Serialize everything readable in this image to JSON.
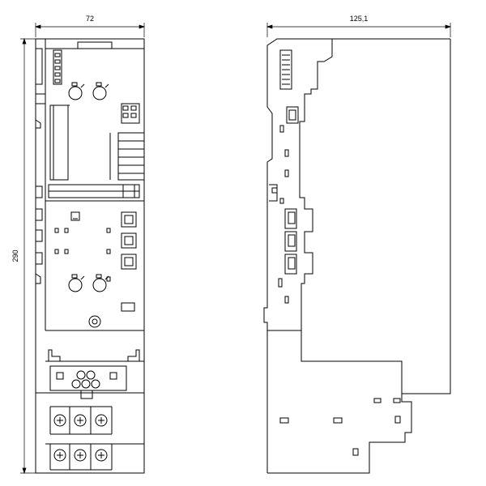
{
  "dimensions": {
    "front_width": "72",
    "side_width": "125,1",
    "height": "290"
  },
  "colors": {
    "line": "#000000",
    "fill": "#ffffff"
  }
}
